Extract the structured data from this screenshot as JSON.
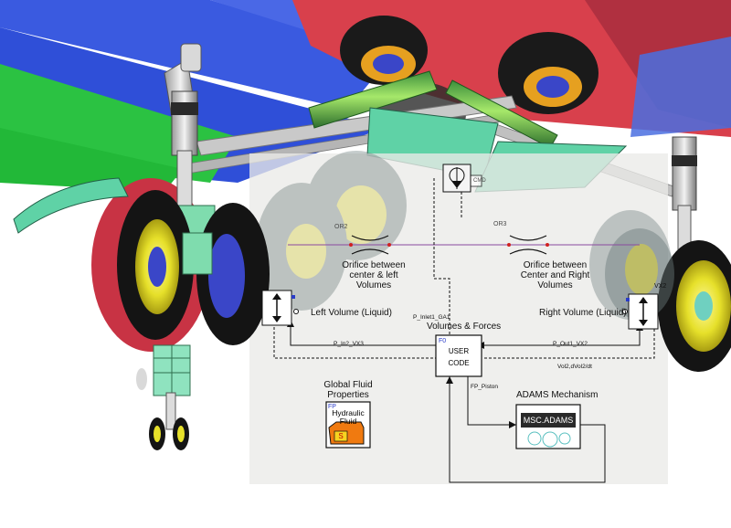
{
  "labels": {
    "orifice_left": "Orifice between center & left Volumes",
    "orifice_right": "Orifice between Center and Right Volumes",
    "left_volume": "Left Volume (Liquid)",
    "right_volume": "Right Volume (Liquid)",
    "volumes_forces": "Volumes & Forces",
    "global_fluid": "Global Fluid Properties",
    "adams_mechanism": "ADAMS Mechanism"
  },
  "blocks": {
    "user_code": {
      "tag": "F0",
      "line1": "USER",
      "line2": "CODE"
    },
    "hydraulic": {
      "tag": "FP",
      "line1": "Hydraulic",
      "line2": "Fluid",
      "mark": "S"
    },
    "msc": {
      "label": "MSC.ADAMS"
    }
  },
  "signals": {
    "inlet": "P_Inlet1_GA1",
    "in2": "P_In2_VX3",
    "out1": "P_Out1_VX2",
    "vol2": "Vol2,dVol2/dt",
    "piston": "FP_Piston"
  },
  "tags": {
    "or2": "OR2",
    "or3": "OR3",
    "vx2": "VX2",
    "cmd": "CMD"
  },
  "colors": {
    "panel": "#ebebe8",
    "wing_blue": "#2f4fd8",
    "wing_green": "#2fd04a",
    "fuselage_red": "#d8404c",
    "strut_green": "#6fcf9a",
    "tire": "#141414",
    "hub_yellow": "#e6e02a",
    "fluid_orange": "#f07a10"
  }
}
